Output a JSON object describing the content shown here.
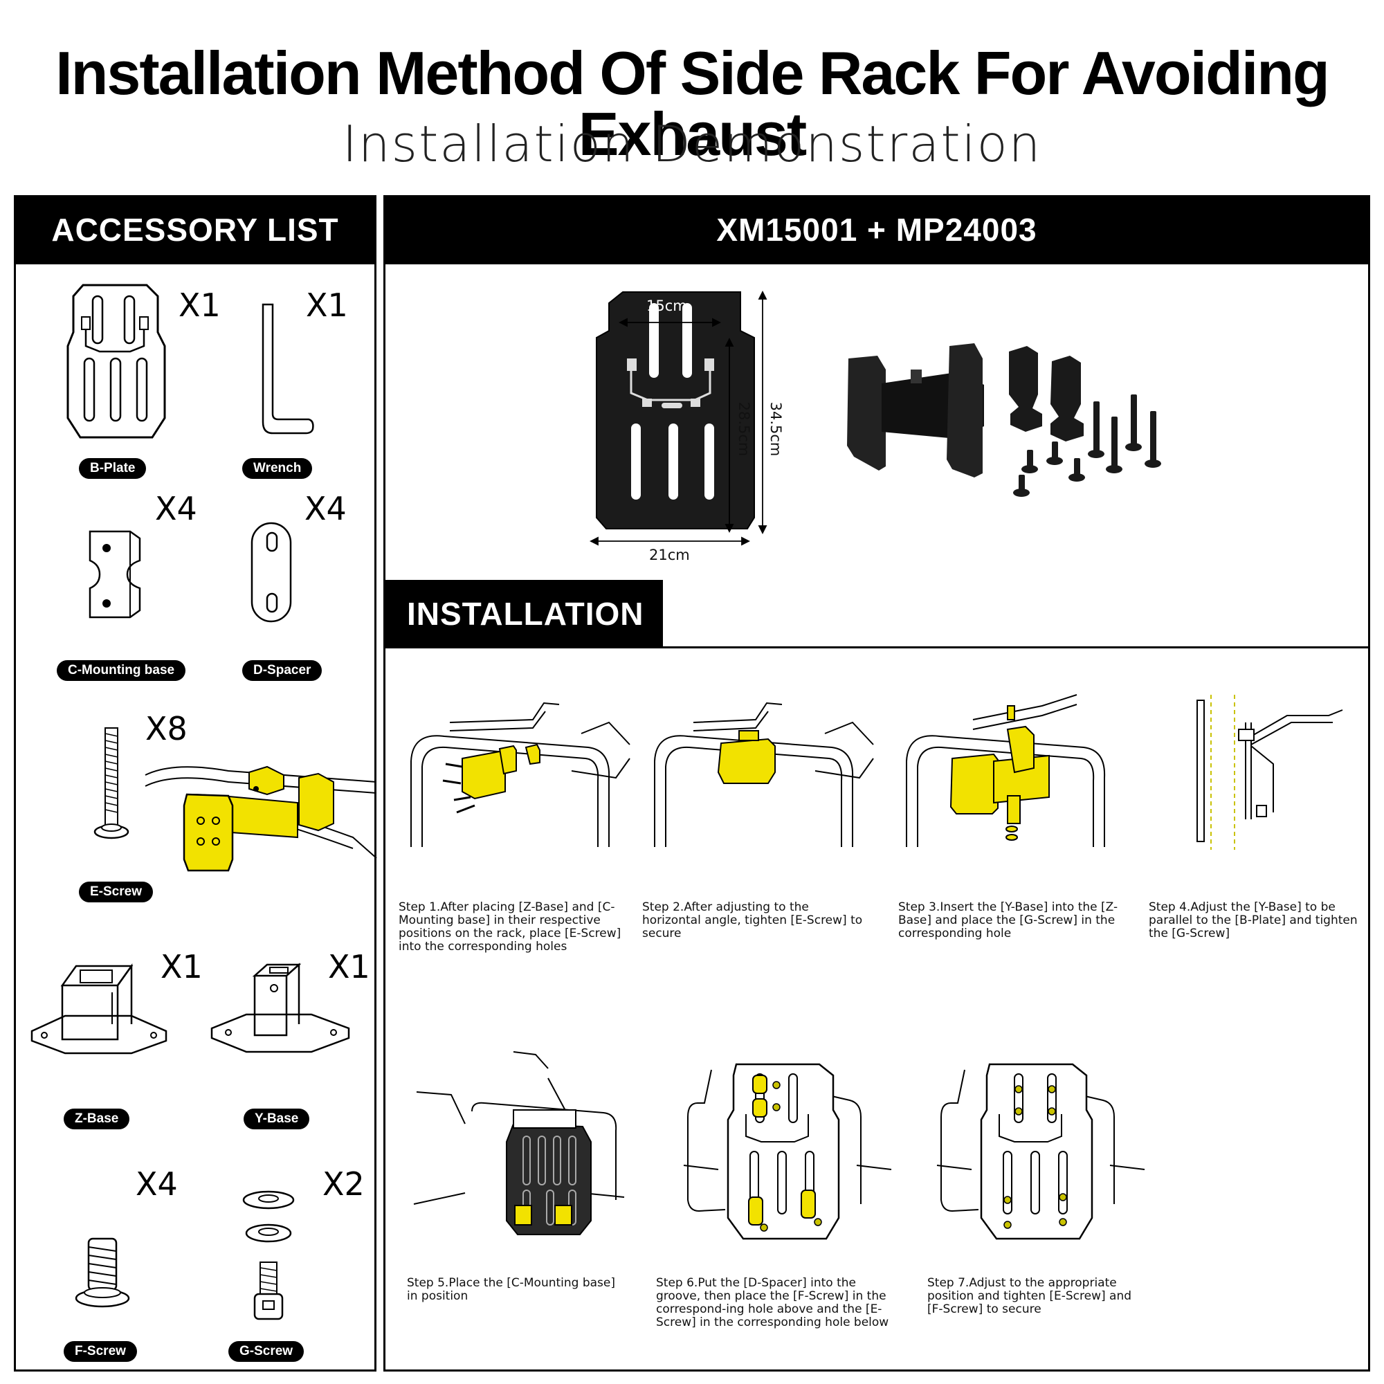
{
  "header": {
    "title": "Installation Method Of Side Rack For Avoiding Exhaust",
    "subtitle": "Installation Demonstration"
  },
  "accessory_list": {
    "heading": "ACCESSORY LIST",
    "items": [
      {
        "label": "B-Plate",
        "qty": "X1",
        "icon": "b-plate-icon"
      },
      {
        "label": "Wrench",
        "qty": "X1",
        "icon": "hex-wrench-icon"
      },
      {
        "label": "C-Mounting base",
        "qty": "X4",
        "icon": "clamp-block-icon"
      },
      {
        "label": "D-Spacer",
        "qty": "X4",
        "icon": "spacer-plate-icon"
      },
      {
        "label": "E-Screw",
        "qty": "X8",
        "icon": "long-screw-icon"
      },
      {
        "label": "Z-Base",
        "qty": "X1",
        "icon": "z-base-icon"
      },
      {
        "label": "Y-Base",
        "qty": "X1",
        "icon": "y-base-icon"
      },
      {
        "label": "F-Screw",
        "qty": "X4",
        "icon": "short-screw-icon"
      },
      {
        "label": "G-Screw",
        "qty": "X2",
        "icon": "socket-screw-washer-icon"
      }
    ]
  },
  "product": {
    "heading": "XM15001 + MP24003",
    "dimensions": {
      "top_width": "15cm",
      "bottom_width": "21cm",
      "inner_height": "28.5cm",
      "total_height": "34.5cm"
    }
  },
  "installation": {
    "heading": "INSTALLATION",
    "steps": [
      "Step 1.After placing [Z-Base] and [C-Mounting base] in their respective positions on the rack, place [E-Screw] into the corresponding holes",
      "Step 2.After adjusting to the horizontal angle, tighten [E-Screw] to secure",
      "Step 3.Insert the [Y-Base] into the [Z-Base] and place the [G-Screw] in the corresponding hole",
      "Step 4.Adjust the [Y-Base] to be parallel to the [B-Plate] and tighten the [G-Screw]",
      "Step 5.Place the [C-Mounting base] in position",
      "Step 6.Put the [D-Spacer] into the groove, then place the [F-Screw] in the correspond-ing hole above and the [E-Screw] in the corresponding hole below",
      "Step 7.Adjust to the appropriate position and tighten [E-Screw] and [F-Screw] to secure"
    ]
  },
  "colors": {
    "accent_yellow": "#f2e200",
    "black": "#000000",
    "plate_black": "#1b1b1b"
  }
}
